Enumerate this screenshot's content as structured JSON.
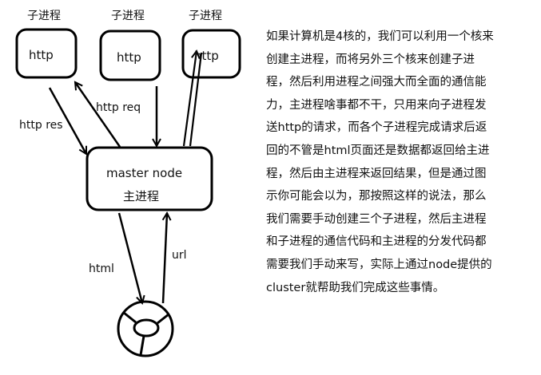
{
  "diagram": {
    "children": [
      {
        "title": "子进程",
        "box_label": "http"
      },
      {
        "title": "子进程",
        "box_label": "http"
      },
      {
        "title": "子进程",
        "box_label": "http"
      }
    ],
    "master": {
      "line1": "master node",
      "line2": "主进程"
    },
    "edge_labels": {
      "http_res": "http res",
      "http_req": "http req",
      "html": "html",
      "url": "url"
    }
  },
  "paragraph": {
    "lines": [
      "如果计算机是4核的，我们可以利用一个核来",
      "创建主进程，而将另外三个核来创建子进",
      "程，然后利用进程之间强大而全面的通信能",
      "力，主进程啥事都不干，只用来向子进程发",
      "送http的请求，而各个子进程完成请求后返",
      "回的不管是html页面还是数据都返回给主进",
      "程，然后由主进程来返回结果，但是通过图",
      "示你可能会以为，那按照这样的说法，那么",
      "我们需要手动创建三个子进程，然后主进程",
      "和子进程的通信代码和主进程的分发代码都",
      "需要我们手动来写，实际上通过node提供的",
      "cluster就帮助我们完成这些事情。"
    ]
  }
}
